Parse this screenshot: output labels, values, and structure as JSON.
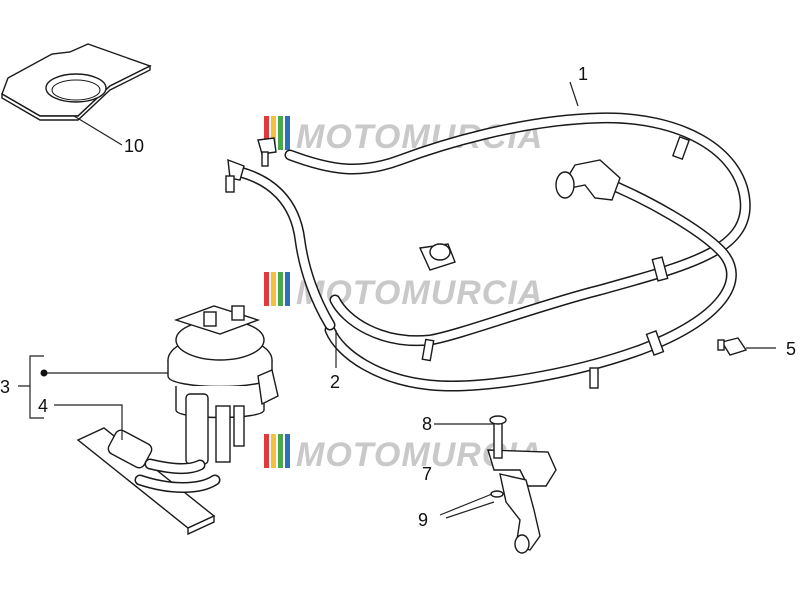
{
  "watermark": {
    "text": "MOTOMURCIA",
    "stripe_colors": [
      "#e23a3a",
      "#f2c23a",
      "#4aa84a",
      "#2e6fb8"
    ]
  },
  "callouts": [
    {
      "id": "1",
      "label": "1"
    },
    {
      "id": "2",
      "label": "2"
    },
    {
      "id": "3",
      "label": "3"
    },
    {
      "id": "4",
      "label": "4"
    },
    {
      "id": "5",
      "label": "5"
    },
    {
      "id": "7",
      "label": "7"
    },
    {
      "id": "8",
      "label": "8"
    },
    {
      "id": "9",
      "label": "9"
    },
    {
      "id": "10",
      "label": "10"
    }
  ]
}
